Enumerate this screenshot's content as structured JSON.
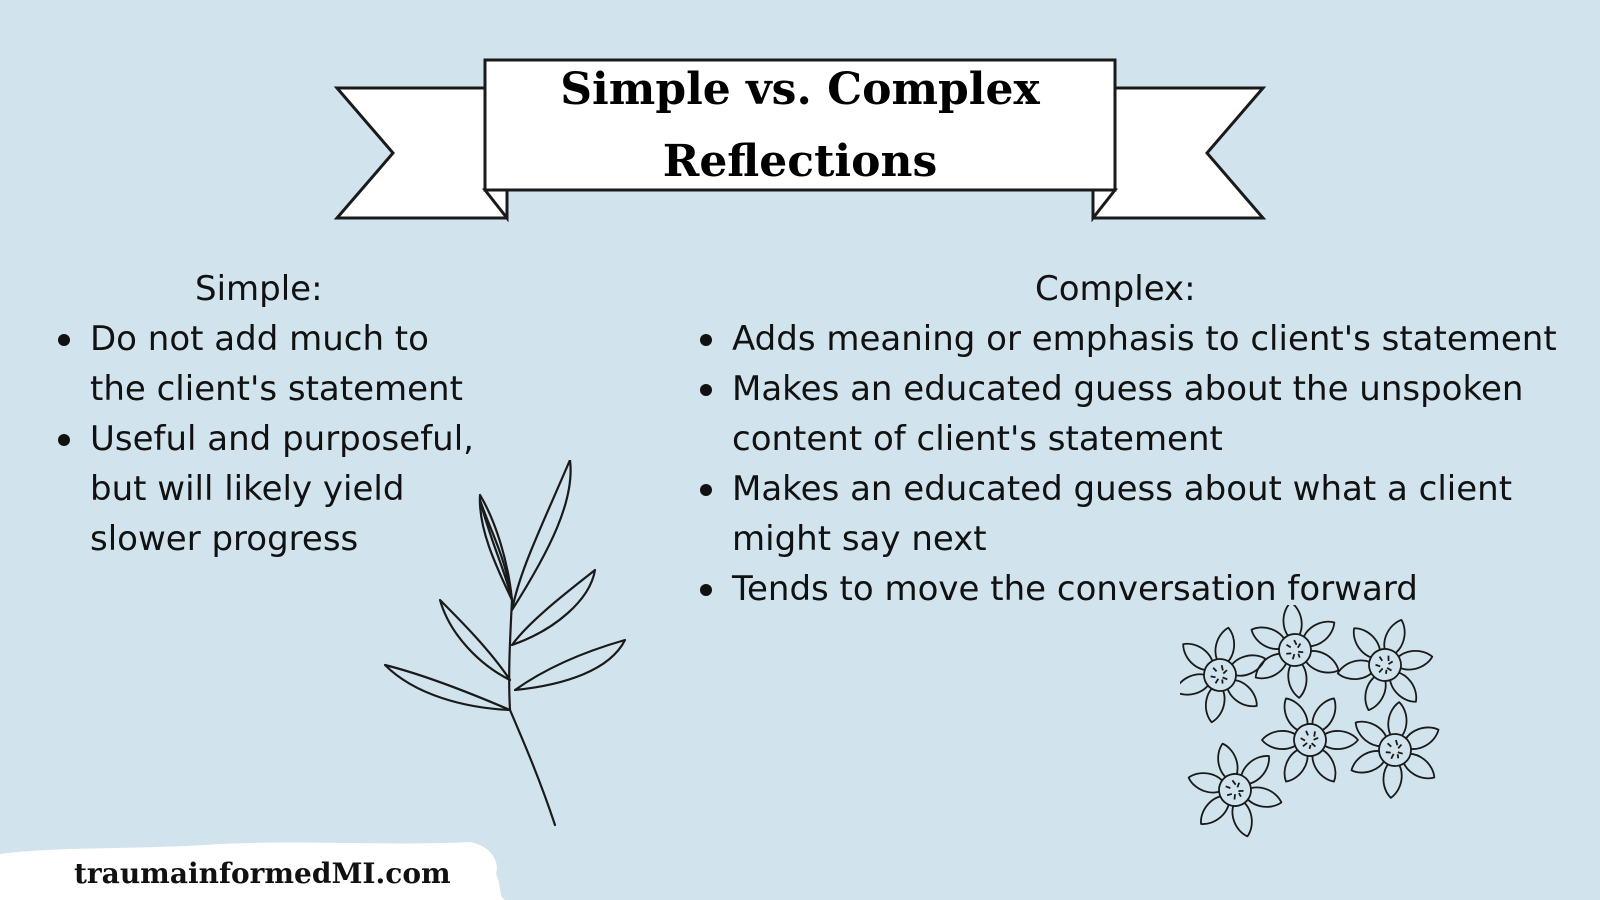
{
  "title": {
    "line1": "Simple vs. Complex",
    "line2": "Reflections"
  },
  "simple": {
    "heading": "Simple:",
    "items": [
      [
        "Do not add much to",
        "the client's statement"
      ],
      [
        "Useful and purposeful,",
        "but will likely yield",
        "slower progress"
      ]
    ]
  },
  "complex": {
    "heading": "Complex:",
    "items": [
      [
        "Adds meaning or emphasis to client's statement"
      ],
      [
        "Makes an educated guess about the unspoken",
        "content of client's statement"
      ],
      [
        "Makes an educated guess about what a client",
        "might say next"
      ],
      [
        "Tends to move the conversation forward"
      ]
    ]
  },
  "footer": {
    "website": "traumainformedMI.com"
  },
  "colors": {
    "background": "#d1e4ee",
    "banner_fill": "#ffffff",
    "ink": "#111111"
  },
  "icons": [
    "ribbon-banner",
    "leaf-sprig-illustration",
    "flower-cluster-illustration",
    "bullet-dot"
  ]
}
